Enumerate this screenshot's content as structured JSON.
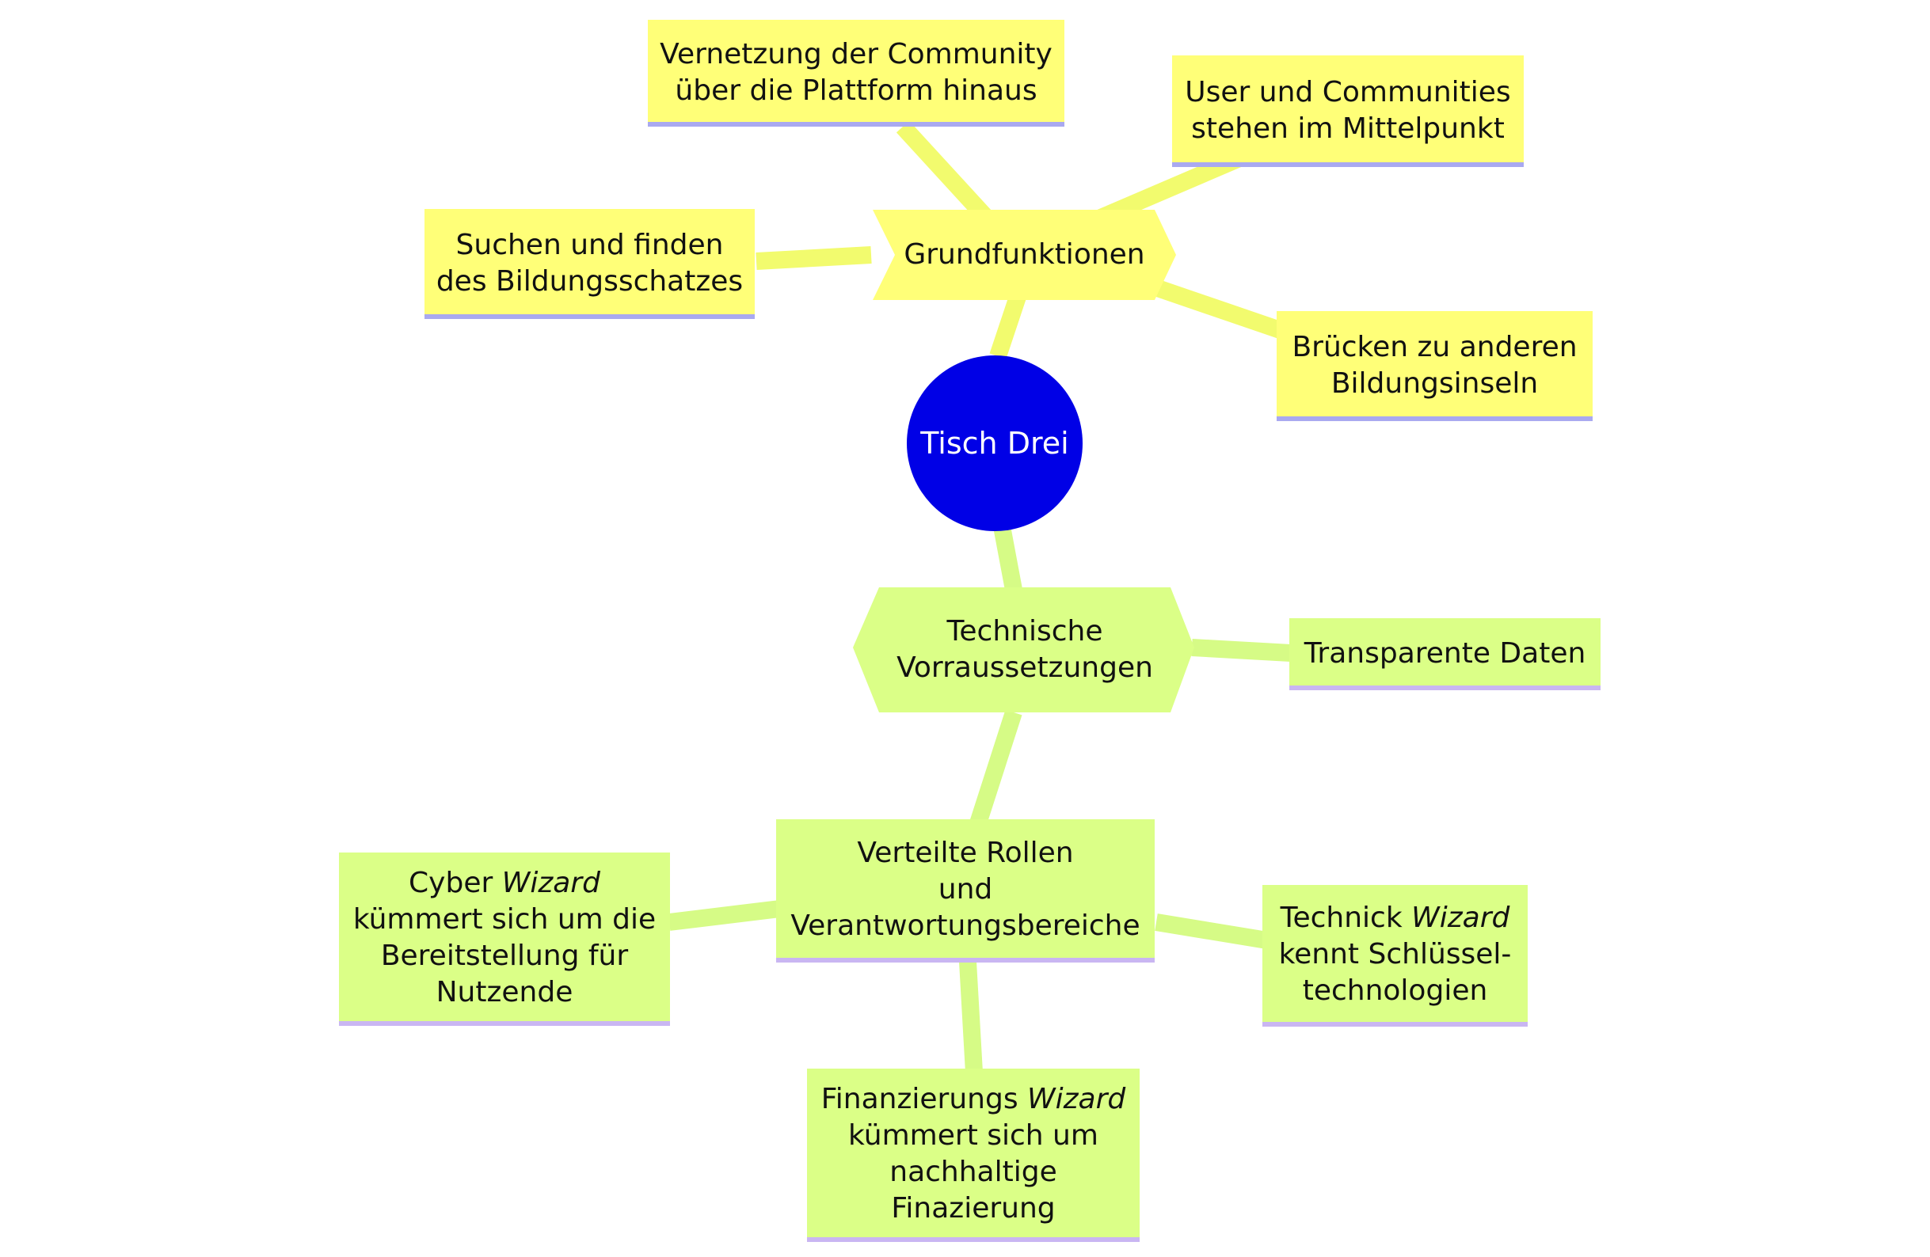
{
  "colors": {
    "root": "#0000e6",
    "branch_yellow": "#ffff78",
    "branch_green": "#dbff87",
    "link_yellow": "#f2fb6e",
    "link_green": "#d6fb86",
    "underline_yellow": "#a9a9f0",
    "underline_green": "#c9b6f2"
  },
  "root": {
    "label": "Tisch Drei"
  },
  "grundfunktionen": {
    "label": "Grundfunktionen",
    "children": [
      {
        "lines": [
          "Vernetzung der Community",
          "über die Plattform hinaus"
        ]
      },
      {
        "lines": [
          "User und Communities",
          "stehen im Mittelpunkt"
        ]
      },
      {
        "lines": [
          "Suchen und finden",
          "des Bildungsschatzes"
        ]
      },
      {
        "lines": [
          "Brücken zu anderen",
          "Bildungsinseln"
        ]
      }
    ]
  },
  "technische": {
    "lines": [
      "Technische",
      "Vorraussetzungen"
    ],
    "children": [
      {
        "lines": [
          "Transparente Daten"
        ]
      }
    ]
  },
  "rollen": {
    "lines": [
      "Verteilte Rollen",
      "und",
      "Verantwortungsbereiche"
    ],
    "children": [
      {
        "prefix": "Cyber ",
        "emph": "Wizard",
        "lines": [
          "kümmert sich um die",
          "Bereitstellung für",
          "Nutzende"
        ]
      },
      {
        "prefix": "Technick ",
        "emph": "Wizard",
        "lines": [
          "kennt Schlüssel-",
          "technologien"
        ]
      },
      {
        "prefix": "Finanzierungs ",
        "emph": "Wizard",
        "lines": [
          "kümmert sich um",
          "nachhaltige",
          "Finazierung"
        ]
      }
    ]
  }
}
